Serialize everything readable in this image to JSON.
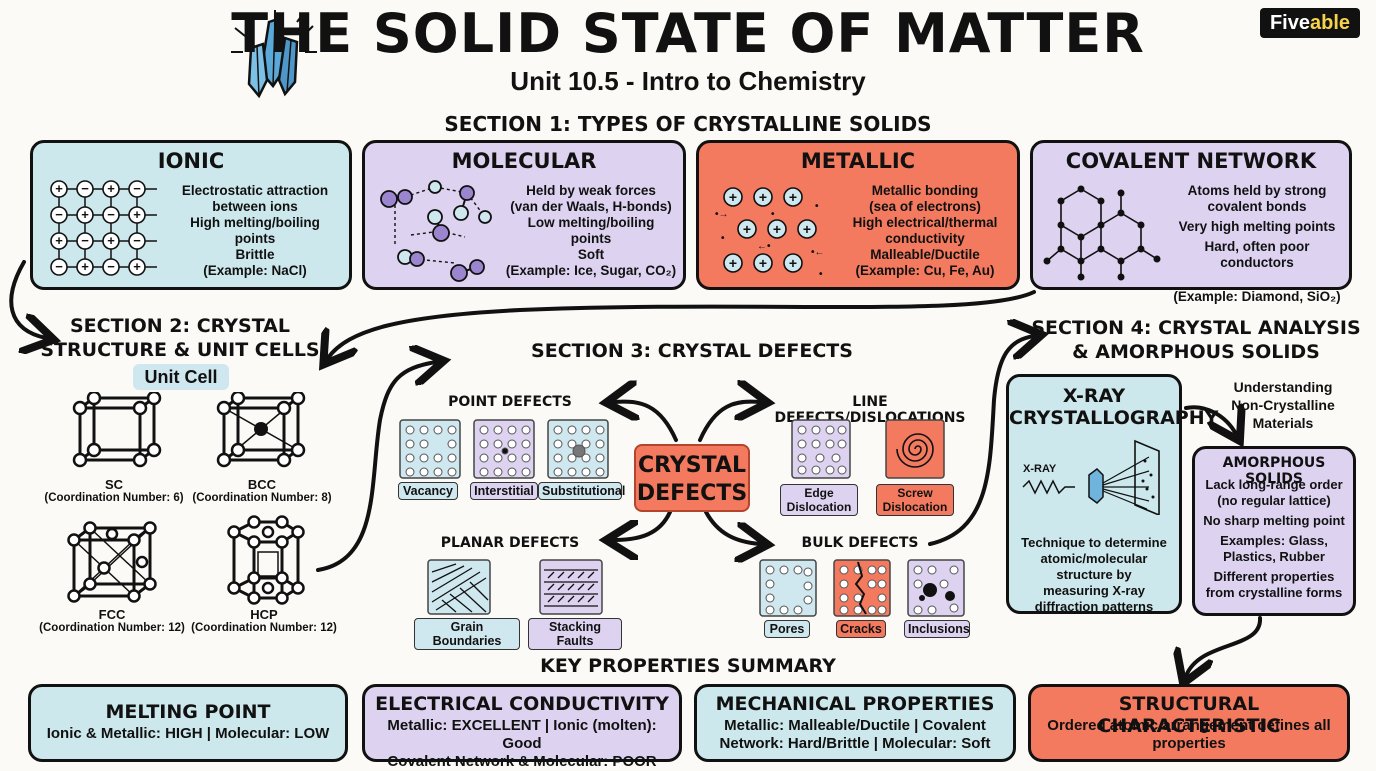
{
  "header": {
    "title": "THE SOLID STATE OF MATTER",
    "subtitle": "Unit 10.5 - Intro to Chemistry",
    "logo_main": "Five",
    "logo_accent": "able"
  },
  "section1": {
    "heading": "SECTION 1: TYPES OF CRYSTALLINE SOLIDS",
    "boxes": [
      {
        "title": "IONIC",
        "lines": [
          "Electrostatic attraction",
          "between ions",
          "High melting/boiling",
          "points",
          "Brittle",
          "(Example: NaCl)"
        ]
      },
      {
        "title": "MOLECULAR",
        "lines": [
          "Held by weak forces",
          "(van der Waals, H-bonds)",
          "Low melting/boiling",
          "points",
          "Soft",
          "(Example: Ice, Sugar, CO₂)"
        ]
      },
      {
        "title": "METALLIC",
        "lines": [
          "Metallic bonding",
          "(sea of electrons)",
          "High electrical/thermal",
          "conductivity",
          "Malleable/Ductile",
          "(Example: Cu, Fe, Au)"
        ]
      },
      {
        "title": "COVALENT NETWORK",
        "lines": [
          "Atoms held by strong",
          "covalent bonds",
          "Very high melting points",
          "Hard, often poor conductors",
          "(Example: Diamond, SiO₂)"
        ]
      }
    ]
  },
  "section2": {
    "heading_line1": "SECTION 2: CRYSTAL",
    "heading_line2": "STRUCTURE & UNIT CELLS",
    "unit_cell_label": "Unit Cell",
    "cells": [
      {
        "name": "SC",
        "cn": "(Coordination Number: 6)"
      },
      {
        "name": "BCC",
        "cn": "(Coordination Number: 8)"
      },
      {
        "name": "FCC",
        "cn": "(Coordination Number: 12)"
      },
      {
        "name": "HCP",
        "cn": "(Coordination Number: 12)"
      }
    ]
  },
  "section3": {
    "heading": "SECTION 3: CRYSTAL DEFECTS",
    "center_line1": "CRYSTAL",
    "center_line2": "DEFECTS",
    "point_defects": {
      "title": "POINT DEFECTS",
      "items": [
        "Vacancy",
        "Interstitial",
        "Substitutional"
      ]
    },
    "line_defects": {
      "title": "LINE DEFECTS/DISLOCATIONS",
      "items": [
        [
          "Edge",
          "Dislocation"
        ],
        [
          "Screw",
          "Dislocation"
        ]
      ]
    },
    "planar_defects": {
      "title": "PLANAR DEFECTS",
      "items": [
        "Grain Boundaries",
        "Stacking Faults"
      ]
    },
    "bulk_defects": {
      "title": "BULK DEFECTS",
      "items": [
        "Pores",
        "Cracks",
        "Inclusions"
      ]
    }
  },
  "section4": {
    "heading_line1": "SECTION 4: CRYSTAL ANALYSIS",
    "heading_line2": "& AMORPHOUS SOLIDS",
    "xray": {
      "title_line1": "X-RAY",
      "title_line2": "CRYSTALLOGRAPHY",
      "beam_label": "X-RAY",
      "lines": [
        "Technique to determine",
        "atomic/molecular",
        "structure by",
        "measuring X-ray",
        "diffraction patterns"
      ]
    },
    "understanding": [
      "Understanding",
      "Non-Crystalline",
      "Materials"
    ],
    "amorphous": {
      "title": "AMORPHOUS SOLIDS",
      "lines": [
        "Lack long-range order",
        "(no regular lattice)",
        "No sharp melting point",
        "Examples: Glass,",
        "Plastics, Rubber",
        "Different properties",
        "from crystalline forms"
      ]
    }
  },
  "summary": {
    "heading": "KEY PROPERTIES SUMMARY",
    "boxes": [
      {
        "title": "MELTING POINT",
        "lines": [
          "Ionic & Metallic: HIGH | Molecular: LOW"
        ]
      },
      {
        "title": "ELECTRICAL CONDUCTIVITY",
        "lines": [
          "Metallic: EXCELLENT | Ionic (molten): Good",
          "Covalent Network & Molecular: POOR"
        ]
      },
      {
        "title": "MECHANICAL PROPERTIES",
        "lines": [
          "Metallic: Malleable/Ductile | Covalent",
          "Network: Hard/Brittle | Molecular: Soft"
        ]
      },
      {
        "title": "STRUCTURAL CHARACTERISTIC",
        "lines": [
          "Ordered atomic arrangement defines all",
          "properties"
        ]
      }
    ]
  },
  "colors": {
    "blue": "#cde8ec",
    "purple": "#ddd3f1",
    "orange": "#f47a5f",
    "ink": "#111111"
  }
}
